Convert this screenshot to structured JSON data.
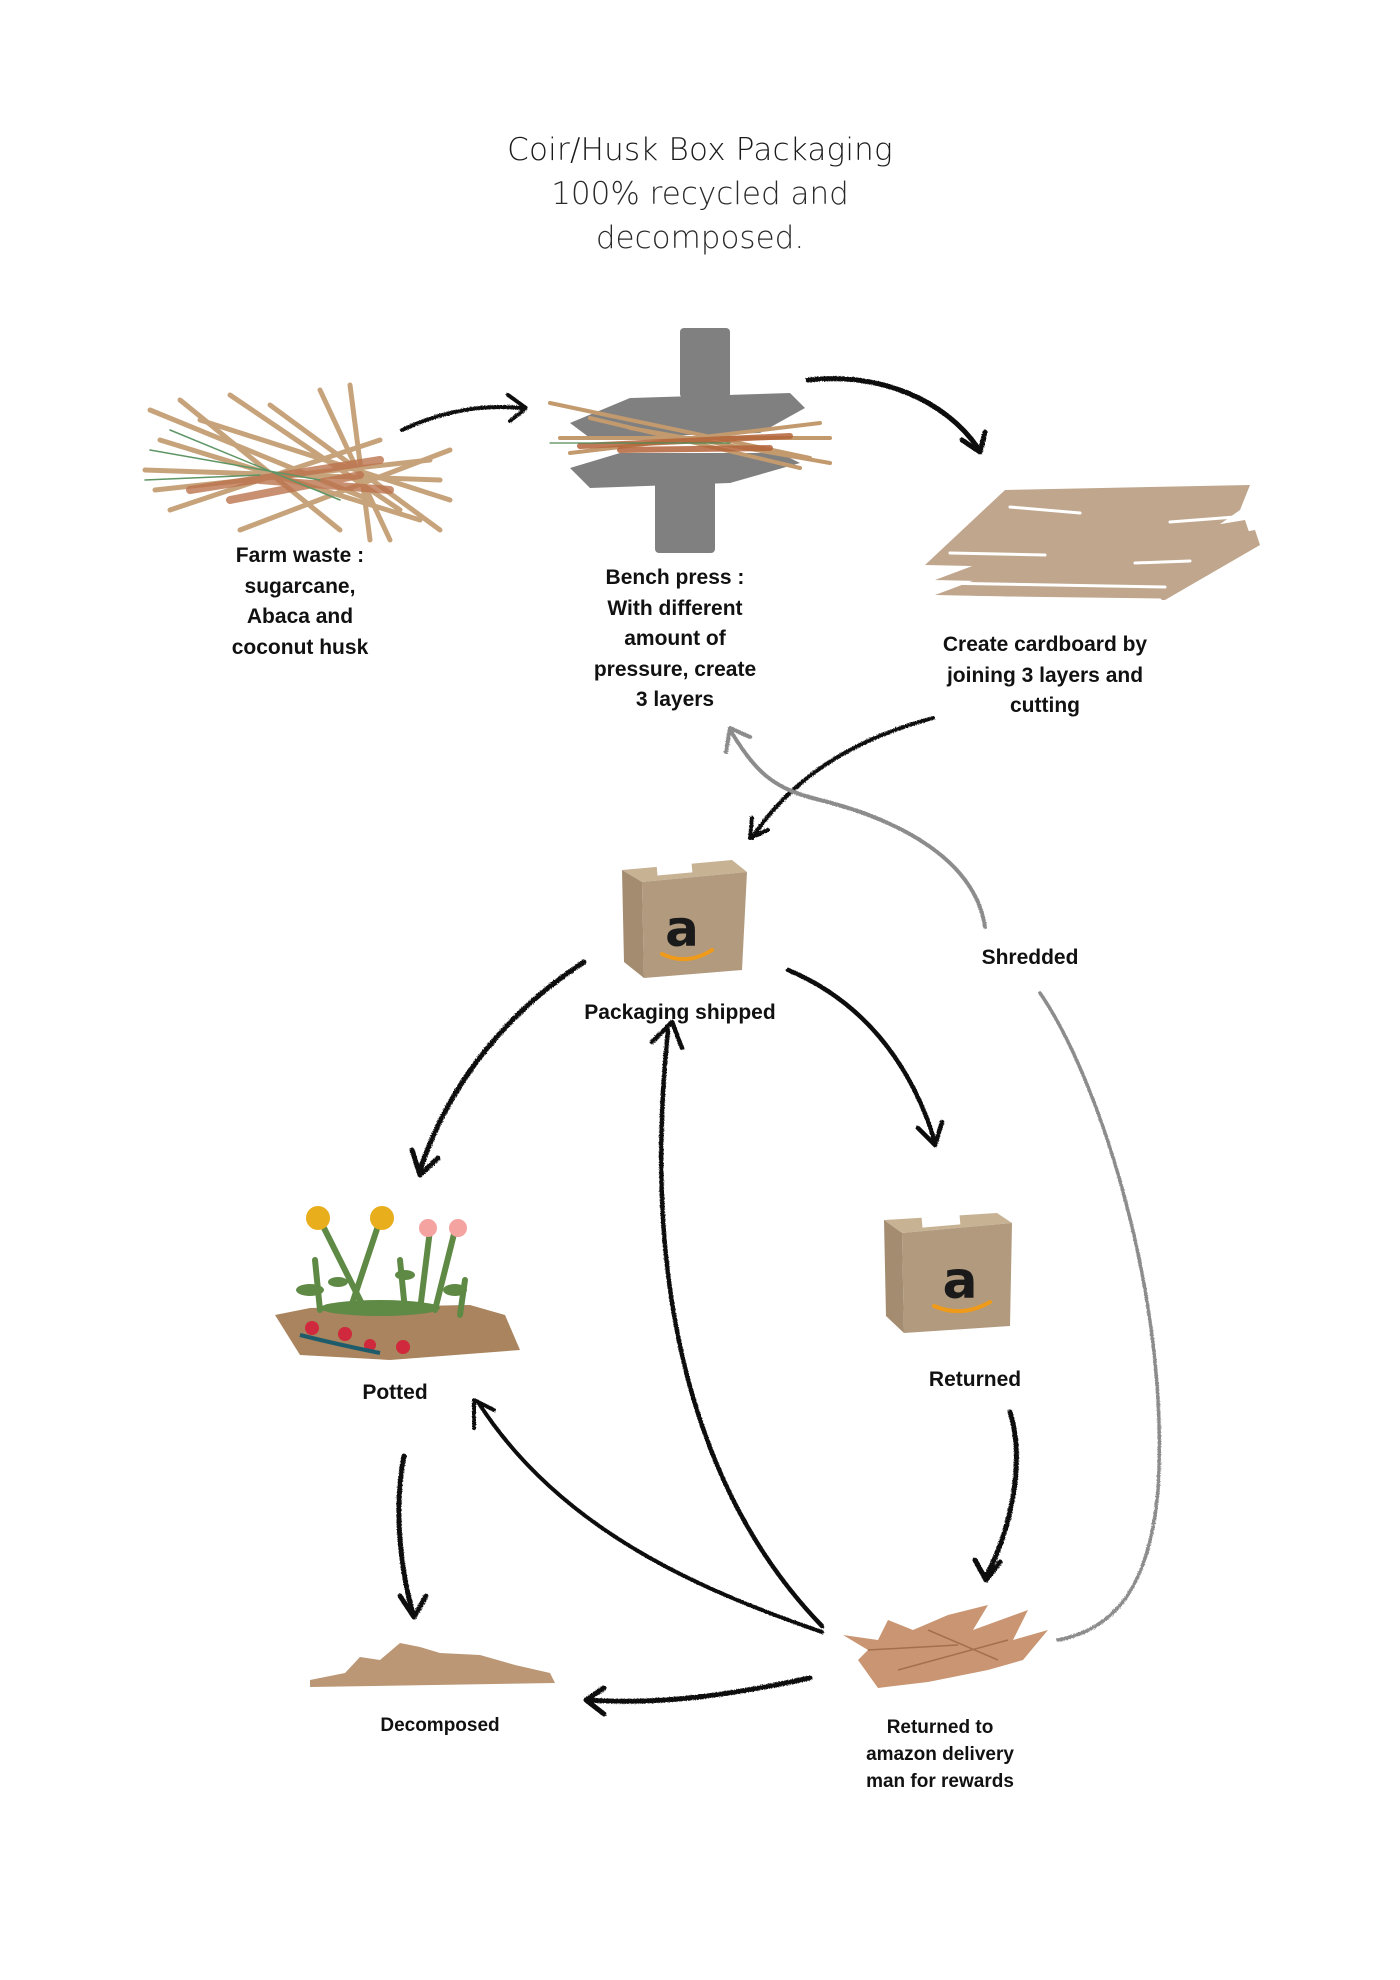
{
  "title": {
    "heading": "Coir/Husk Box Packaging",
    "subtitle_line1": "100% recycled and",
    "subtitle_line2": "decomposed."
  },
  "nodes": {
    "farm_waste": {
      "label": "Farm waste :\nsugarcane,\nAbaca and\ncoconut husk",
      "icon": "straw-fibers-icon"
    },
    "bench_press": {
      "label": "Bench press :\nWith different\namount of\npressure, create\n3 layers",
      "icon": "bench-press-icon"
    },
    "cardboard": {
      "label": "Create cardboard by\njoining 3 layers and\ncutting",
      "icon": "cardboard-layers-icon"
    },
    "packaging_shipped": {
      "label": "Packaging shipped",
      "icon": "amazon-box-icon"
    },
    "shredded": {
      "label": "Shredded"
    },
    "potted": {
      "label": "Potted",
      "icon": "potted-plants-icon"
    },
    "returned": {
      "label": "Returned",
      "icon": "amazon-box-icon"
    },
    "decomposed": {
      "label": "Decomposed",
      "icon": "soil-pile-icon"
    },
    "returned_delivery": {
      "label": "Returned to\namazon delivery\nman for rewards",
      "icon": "shredded-husk-icon"
    }
  },
  "edges": [
    {
      "from": "farm_waste",
      "to": "bench_press",
      "style": "dark"
    },
    {
      "from": "bench_press",
      "to": "cardboard",
      "style": "dark"
    },
    {
      "from": "cardboard",
      "to": "packaging_shipped",
      "style": "dark"
    },
    {
      "from": "packaging_shipped",
      "to": "potted",
      "style": "dark"
    },
    {
      "from": "packaging_shipped",
      "to": "returned",
      "style": "dark"
    },
    {
      "from": "returned",
      "to": "returned_delivery",
      "style": "dark"
    },
    {
      "from": "potted",
      "to": "decomposed",
      "style": "dark"
    },
    {
      "from": "returned_delivery",
      "to": "decomposed",
      "style": "dark"
    },
    {
      "from": "returned_delivery",
      "to": "potted",
      "style": "dark"
    },
    {
      "from": "returned_delivery",
      "to": "packaging_shipped",
      "style": "dark"
    },
    {
      "from": "returned_delivery",
      "to": "bench_press",
      "style": "grey",
      "via": "shredded"
    }
  ],
  "colors": {
    "fiber_tan": "#c29a6e",
    "fiber_rust": "#b5643a",
    "fiber_green": "#4d8a55",
    "press_grey": "#808080",
    "cardboard": "#bfa68d",
    "box": "#b19a7e",
    "amazon_orange": "#f09a1a",
    "soil": "#a9845e",
    "leaf_green": "#5f8a45",
    "flower_yellow": "#e8ae1c",
    "flower_pink": "#f4a3a0",
    "berry_red": "#d0283c",
    "arrow_dark": "#111111",
    "arrow_grey": "#8c8c8c"
  }
}
